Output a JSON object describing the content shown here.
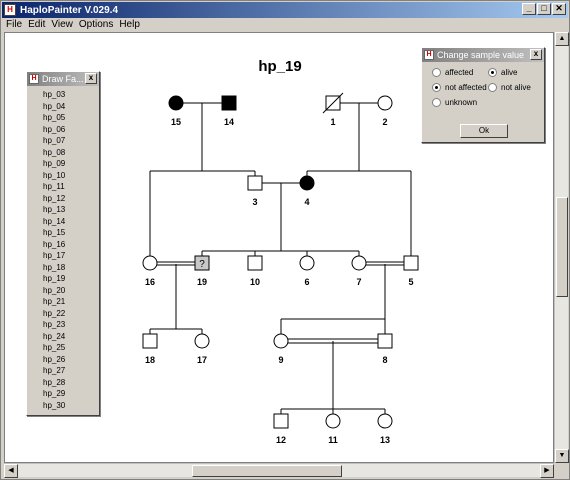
{
  "window": {
    "title": "HaploPainter V.029.4",
    "icon": "haplopainter-icon",
    "minimize": "_",
    "maximize": "□",
    "close": "✕"
  },
  "menu": [
    "File",
    "Edit",
    "View",
    "Options",
    "Help"
  ],
  "pedigree": {
    "title": "hp_19",
    "individuals": [
      {
        "id": "15",
        "shape": "circle",
        "affected": true,
        "deceased": false
      },
      {
        "id": "14",
        "shape": "square",
        "affected": true,
        "deceased": false
      },
      {
        "id": "1",
        "shape": "square",
        "affected": false,
        "deceased": true
      },
      {
        "id": "2",
        "shape": "circle",
        "affected": false,
        "deceased": false
      },
      {
        "id": "3",
        "shape": "square",
        "affected": false,
        "deceased": false
      },
      {
        "id": "4",
        "shape": "circle",
        "affected": true,
        "deceased": false
      },
      {
        "id": "16",
        "shape": "circle",
        "affected": false,
        "deceased": false
      },
      {
        "id": "19",
        "shape": "square",
        "affected": false,
        "deceased": false,
        "unknown_mark": "?"
      },
      {
        "id": "10",
        "shape": "square",
        "affected": false,
        "deceased": false
      },
      {
        "id": "6",
        "shape": "circle",
        "affected": false,
        "deceased": false
      },
      {
        "id": "7",
        "shape": "circle",
        "affected": false,
        "deceased": false
      },
      {
        "id": "5",
        "shape": "square",
        "affected": false,
        "deceased": false
      },
      {
        "id": "18",
        "shape": "square",
        "affected": false,
        "deceased": false
      },
      {
        "id": "17",
        "shape": "circle",
        "affected": false,
        "deceased": false
      },
      {
        "id": "9",
        "shape": "circle",
        "affected": false,
        "deceased": false
      },
      {
        "id": "8",
        "shape": "square",
        "affected": false,
        "deceased": false
      },
      {
        "id": "12",
        "shape": "square",
        "affected": false,
        "deceased": false
      },
      {
        "id": "11",
        "shape": "circle",
        "affected": false,
        "deceased": false
      },
      {
        "id": "13",
        "shape": "circle",
        "affected": false,
        "deceased": false
      }
    ]
  },
  "family_list": {
    "title": "Draw Fa...",
    "close": "x",
    "items": [
      "hp_03",
      "hp_04",
      "hp_05",
      "hp_06",
      "hp_07",
      "hp_08",
      "hp_09",
      "hp_10",
      "hp_11",
      "hp_12",
      "hp_13",
      "hp_14",
      "hp_15",
      "hp_16",
      "hp_17",
      "hp_18",
      "hp_19",
      "hp_20",
      "hp_21",
      "hp_22",
      "hp_23",
      "hp_24",
      "hp_25",
      "hp_26",
      "hp_27",
      "hp_28",
      "hp_29",
      "hp_30"
    ]
  },
  "sample_dialog": {
    "title": "Change sample value",
    "close": "x",
    "options": {
      "affected": "affected",
      "alive": "alive",
      "not_affected": "not affected",
      "not_alive": "not alive",
      "unknown": "unknown"
    },
    "selected": {
      "status": "not affected",
      "vital": "alive"
    },
    "ok_label": "Ok"
  }
}
